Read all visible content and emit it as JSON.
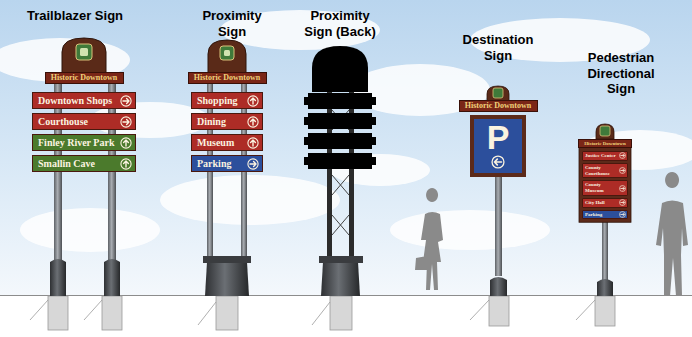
{
  "diagram": {
    "nodes": [
      {
        "text": [
          "Historic Downtown"
        ]
      },
      {
        "text": [
          "Downtown Shops"
        ]
      },
      {
        "text": [
          "Courthouse"
        ]
      },
      {
        "text": [
          "Finley River Park"
        ]
      },
      {
        "text": [
          "Smallin Cave"
        ]
      },
      {
        "text": [
          "Historic Downtown"
        ]
      },
      {
        "text": [
          "Shopping"
        ]
      },
      {
        "text": [
          "Dining"
        ]
      },
      {
        "text": [
          "Museum"
        ]
      },
      {
        "text": [
          "Parking"
        ]
      },
      {
        "text": [
          "Historic Downtown"
        ]
      },
      {
        "text": [
          "P"
        ]
      },
      {
        "text": [
          "Historic Downtown"
        ]
      },
      {
        "text": [
          "Justice Center"
        ]
      },
      {
        "text": [
          "County Courthouse"
        ]
      },
      {
        "text": [
          "County Museum"
        ]
      },
      {
        "text": [
          "City Hall"
        ]
      },
      {
        "text": [
          "Parking"
        ]
      }
    ],
    "labels": [
      "Trailblazer Sign",
      "Proximity Sign",
      "Proximity Sign (Back)",
      "Destination Sign",
      "Pedestrian Directional Sign"
    ]
  }
}
